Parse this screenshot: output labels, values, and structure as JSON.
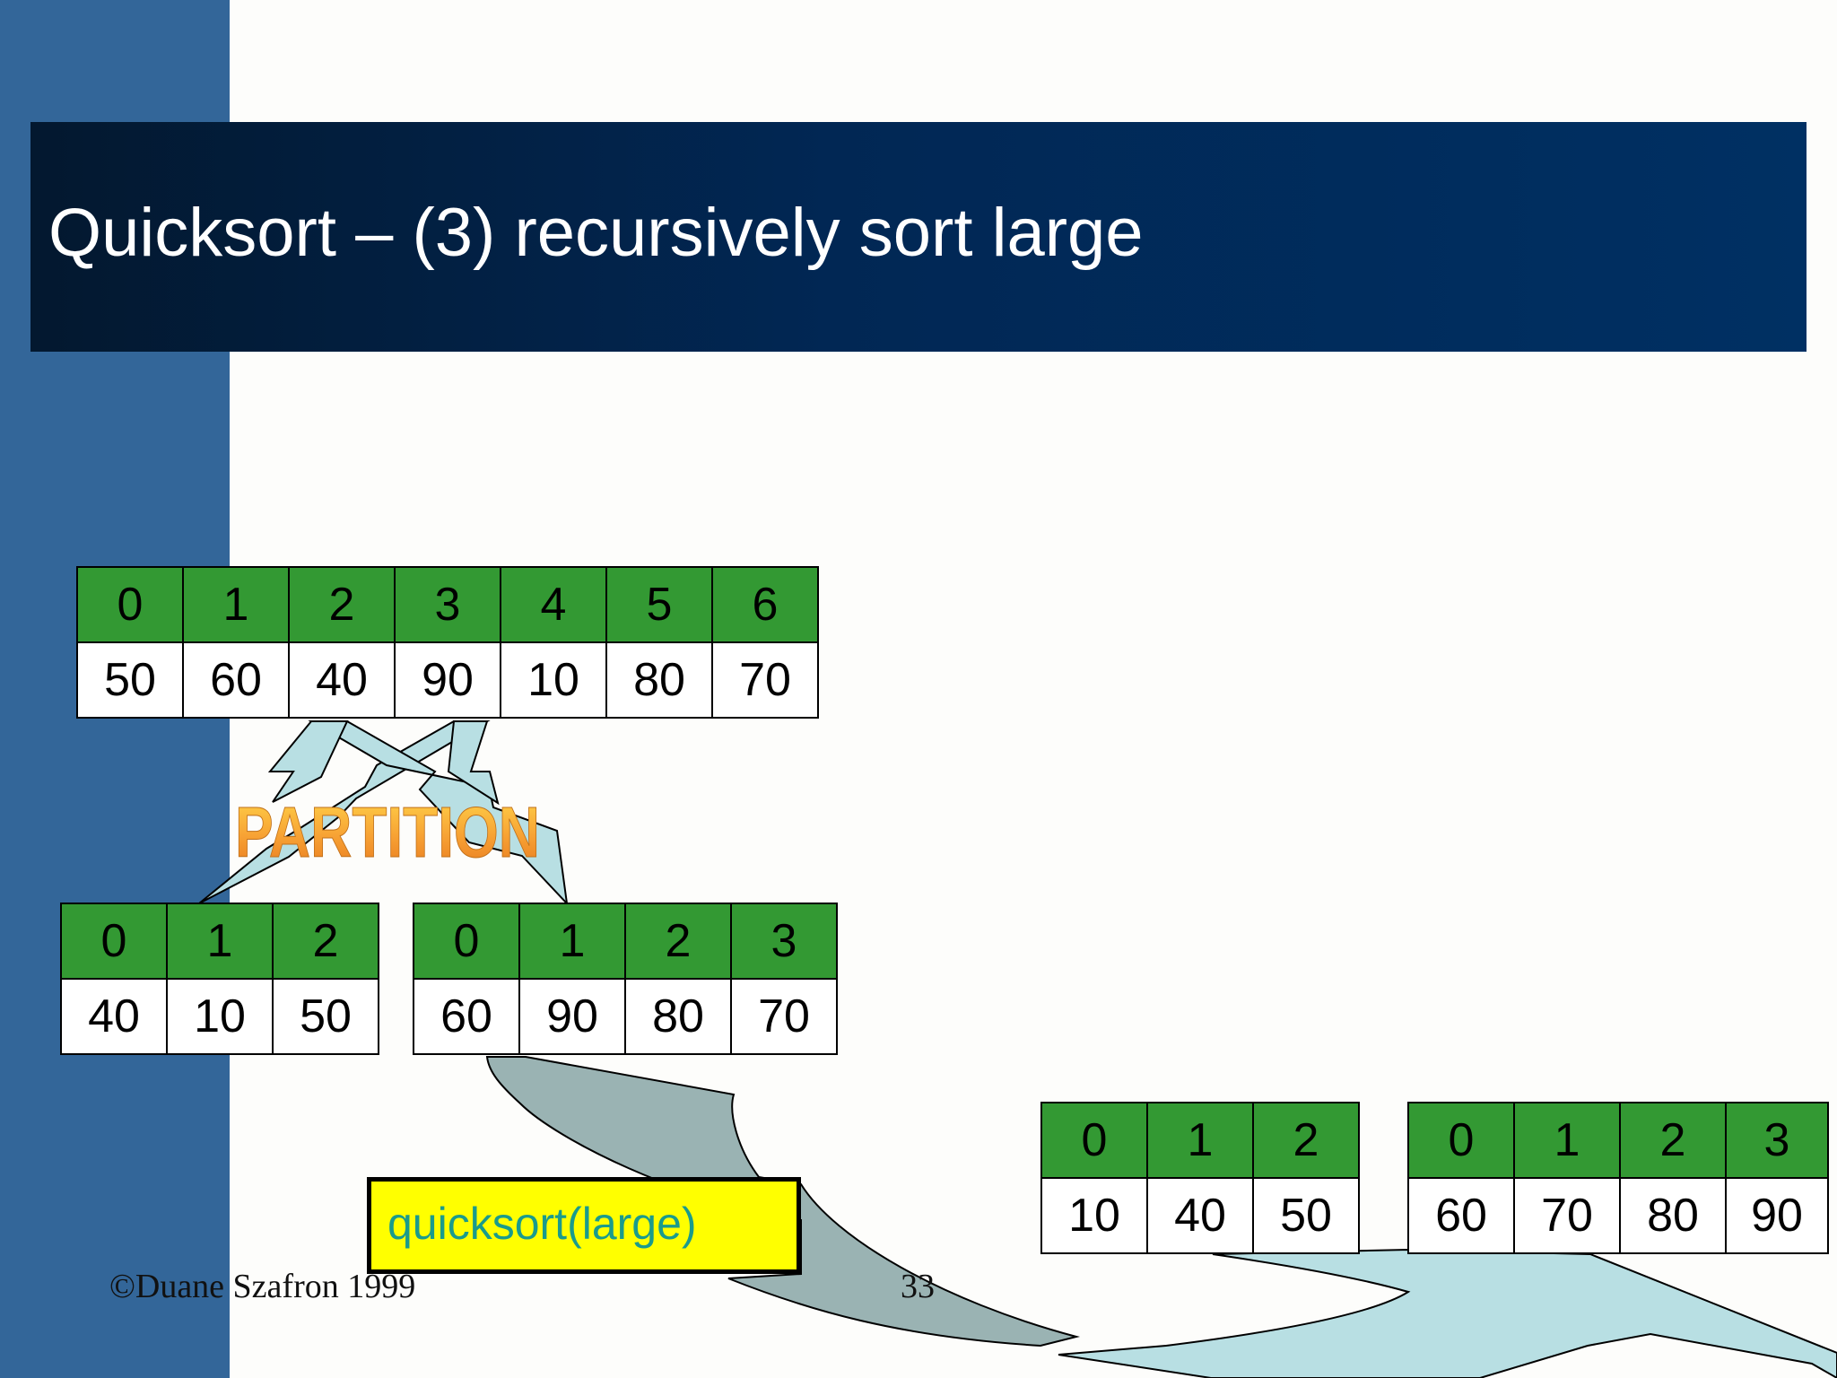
{
  "slide": {
    "title": "Quicksort – (3) recursively sort large",
    "footer": {
      "copyright": "©Duane Szafron 1999",
      "page_number": "33"
    }
  },
  "arrays": {
    "original": {
      "indices": [
        "0",
        "1",
        "2",
        "3",
        "4",
        "5",
        "6"
      ],
      "values": [
        "50",
        "60",
        "40",
        "90",
        "10",
        "80",
        "70"
      ]
    },
    "small": {
      "indices": [
        "0",
        "1",
        "2"
      ],
      "values": [
        "40",
        "10",
        "50"
      ]
    },
    "large": {
      "indices": [
        "0",
        "1",
        "2",
        "3"
      ],
      "values": [
        "60",
        "90",
        "80",
        "70"
      ]
    },
    "sorted_small": {
      "indices": [
        "0",
        "1",
        "2"
      ],
      "values": [
        "10",
        "40",
        "50"
      ]
    },
    "sorted_large": {
      "indices": [
        "0",
        "1",
        "2",
        "3"
      ],
      "values": [
        "60",
        "70",
        "80",
        "90"
      ]
    }
  },
  "partition_label": "PARTITION",
  "call_label": "quicksort(large)",
  "colors": {
    "sidebar": "#336699",
    "title_bar": "#012754",
    "index_cell": "#339933",
    "arrow_fill": "#b8dfe3",
    "curve_fill": "#9ab3b3",
    "call_box": "#ffff00",
    "call_text": "#1a9b8c",
    "partition_text": "#f7a234"
  }
}
